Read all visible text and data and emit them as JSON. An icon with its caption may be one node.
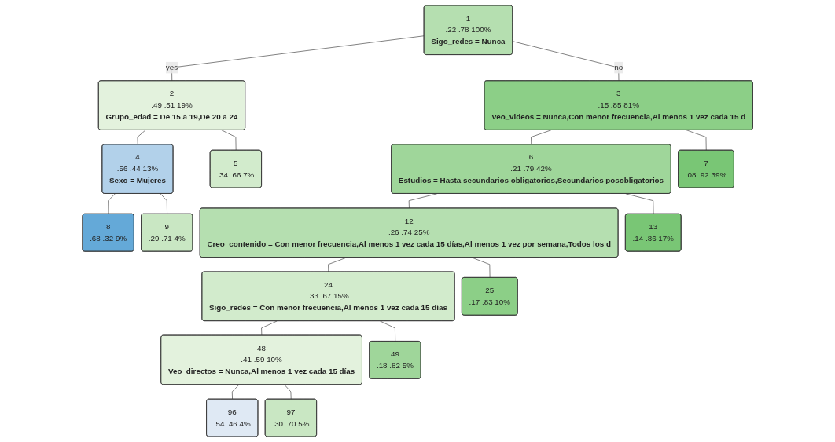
{
  "diagram": {
    "nodes": [
      {
        "text": [
          "1",
          ".22 .78 100%",
          "Sigo_redes = Nunca"
        ]
      },
      {
        "text": [
          "2",
          ".49 .51 19%",
          "Grupo_edad = De 15 a 19,De 20 a 24"
        ]
      },
      {
        "text": [
          "3",
          ".15 .85 81%",
          "Veo_videos = Nunca,Con menor frecuencia,Al menos 1 vez cada 15 d"
        ]
      },
      {
        "text": [
          "4",
          ".56 .44 13%",
          "Sexo = Mujeres"
        ]
      },
      {
        "text": [
          "6",
          ".21 .79 42%",
          "Estudios = Hasta secundarios obligatorios,Secundarios posobligatorios"
        ]
      },
      {
        "text": [
          "12",
          ".26 .74 25%",
          "Creo_contenido = Con menor frecuencia,Al menos 1 vez cada 15 días,Al menos 1 vez por semana,Todos los d"
        ]
      },
      {
        "text": [
          "24",
          ".33 .67 15%",
          "Sigo_redes = Con menor frecuencia,Al menos 1 vez cada 15 días"
        ]
      },
      {
        "text": [
          "48",
          ".41 .59 10%",
          "Veo_directos = Nunca,Al menos 1 vez cada 15 días"
        ]
      },
      {
        "text": [
          "8",
          ".68 .32 9%"
        ]
      },
      {
        "text": [
          "9",
          ".29 .71 4%"
        ]
      },
      {
        "text": [
          "5",
          ".34 .66 7%"
        ]
      },
      {
        "text": [
          "96",
          ".54 .46 4%"
        ]
      },
      {
        "text": [
          "97",
          ".30 .70 5%"
        ]
      },
      {
        "text": [
          "49",
          ".18 .82 5%"
        ]
      },
      {
        "text": [
          "25",
          ".17 .83 10%"
        ]
      },
      {
        "text": [
          "13",
          ".14 .86 17%"
        ]
      },
      {
        "text": [
          "7",
          ".08 .92 39%"
        ]
      }
    ],
    "edges": [
      {
        "from": 0,
        "to": 1,
        "arrow": "none",
        "label": "yes"
      },
      {
        "from": 0,
        "to": 2,
        "arrow": "none",
        "label": "no"
      },
      {
        "from": 1,
        "to": 3,
        "arrow": "none"
      },
      {
        "from": 1,
        "to": 10,
        "arrow": "none"
      },
      {
        "from": 3,
        "to": 8,
        "arrow": "none"
      },
      {
        "from": 3,
        "to": 9,
        "arrow": "none"
      },
      {
        "from": 2,
        "to": 4,
        "arrow": "none"
      },
      {
        "from": 2,
        "to": 16,
        "arrow": "none"
      },
      {
        "from": 4,
        "to": 5,
        "arrow": "none"
      },
      {
        "from": 4,
        "to": 15,
        "arrow": "none"
      },
      {
        "from": 5,
        "to": 6,
        "arrow": "none"
      },
      {
        "from": 5,
        "to": 14,
        "arrow": "none"
      },
      {
        "from": 6,
        "to": 7,
        "arrow": "none"
      },
      {
        "from": 6,
        "to": 13,
        "arrow": "none"
      },
      {
        "from": 7,
        "to": 11,
        "arrow": "none"
      },
      {
        "from": 7,
        "to": 12,
        "arrow": "none"
      }
    ]
  }
}
